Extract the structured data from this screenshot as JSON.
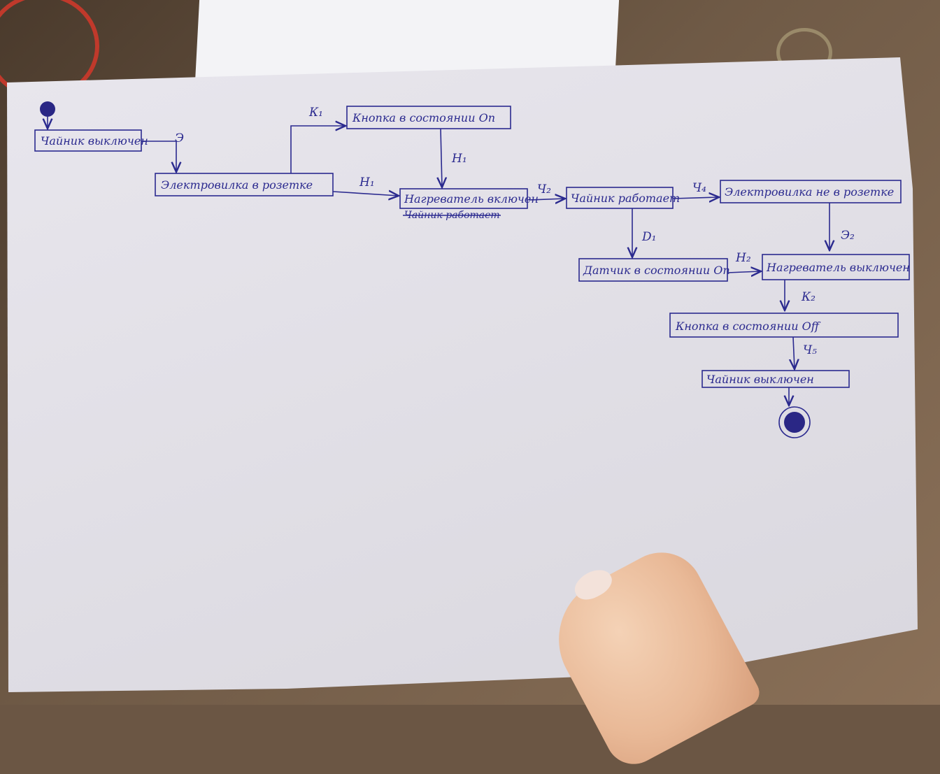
{
  "states": {
    "s1": "Чайник выключен",
    "s2": "Электровилка в розетке",
    "s3": "Кнопка в состоянии On",
    "s4": "Нагреватель включен",
    "s4b": "Чайник работает",
    "s5": "Чайник работает",
    "s6": "Электровилка не в розетке",
    "s7": "Датчик в состоянии On",
    "s8": "Нагреватель выключен",
    "s9": "Кнопка в состоянии Off",
    "s10": "Чайник выключен"
  },
  "edges": {
    "e1": "Э",
    "k1": "К₁",
    "h1a": "Н₁",
    "h1b": "Н₁",
    "u2": "Ч₂",
    "u4": "Ч₄",
    "e2": "Э₂",
    "d1": "D₁",
    "h2": "Н₂",
    "k2": "К₂",
    "u5": "Ч₅"
  },
  "colors": {
    "ink": "#2b2a8f",
    "paper": "#e4e2e9"
  }
}
